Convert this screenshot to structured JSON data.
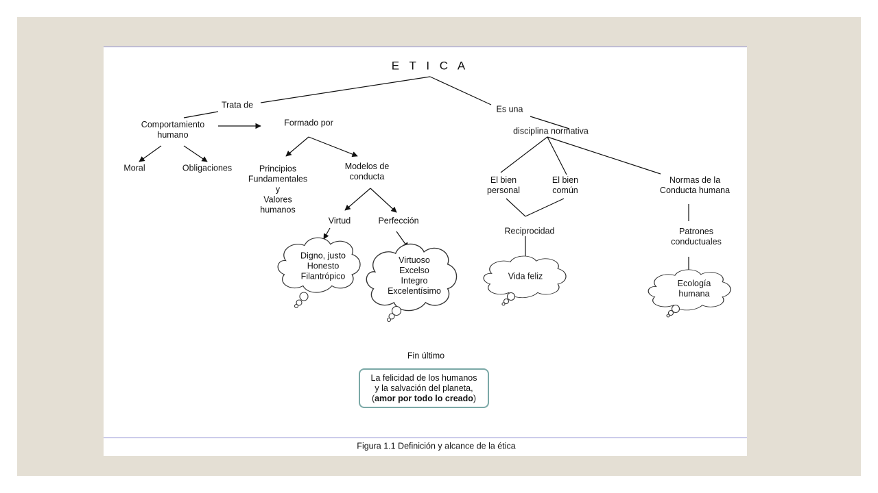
{
  "title": "E T I C A",
  "edges": {
    "trata_de": "Trata de",
    "es_una": "Es una"
  },
  "nodes": {
    "comportamiento": "Comportamiento\nhumano",
    "formado_por": "Formado por",
    "moral": "Moral",
    "obligaciones": "Obligaciones",
    "principios": "Principios\nFundamentales\ny\nValores\nhumanos",
    "modelos": "Modelos de\nconducta",
    "virtud": "Virtud",
    "perfeccion": "Perfección",
    "disciplina": "disciplina normativa",
    "bien_personal": "El bien\npersonal",
    "bien_comun": "El bien\ncomún",
    "normas": "Normas de la\nConducta humana",
    "reciprocidad": "Reciprocidad",
    "patrones": "Patrones\nconductuales",
    "fin_ultimo": "Fin último"
  },
  "clouds": {
    "virtud": "Digno, justo\nHonesto\nFilantrópico",
    "perfeccion": "Virtuoso\nExcelso\nIntegro\nExcelentísimo",
    "vida": "Vida feliz",
    "ecologia": "Ecología\nhumana"
  },
  "goal": {
    "line1": "La felicidad de los humanos",
    "line2": "y la salvación del planeta,",
    "open_paren": "(",
    "bold": "amor por todo lo creado",
    "close_paren": ")"
  },
  "caption": "Figura 1.1 Definición y alcance de la ética",
  "colors": {
    "background": "#e4dfd4",
    "rule": "#8a8ad0",
    "goal_border": "#7aa8a6"
  }
}
